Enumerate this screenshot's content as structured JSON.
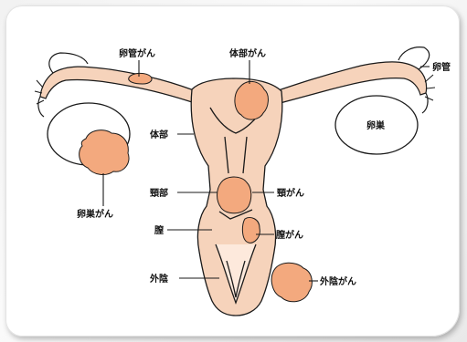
{
  "labels": {
    "fallopian_cancer": "卵管がん",
    "body_cancer": "体部がん",
    "fallopian_tube": "卵管",
    "ovary": "卵巣",
    "body": "体部",
    "neck": "頸部",
    "neck_cancer": "頸がん",
    "ovarian_cancer": "卵巣がん",
    "vagina": "膣",
    "vaginal_cancer": "膣がん",
    "vulva": "外陰",
    "vulvar_cancer": "外陰がん"
  },
  "colors": {
    "tissue": "#f6d3bb",
    "tumor": "#f3a97e",
    "outline": "#1a1a1a",
    "ovary_fill": "#ffffff"
  }
}
